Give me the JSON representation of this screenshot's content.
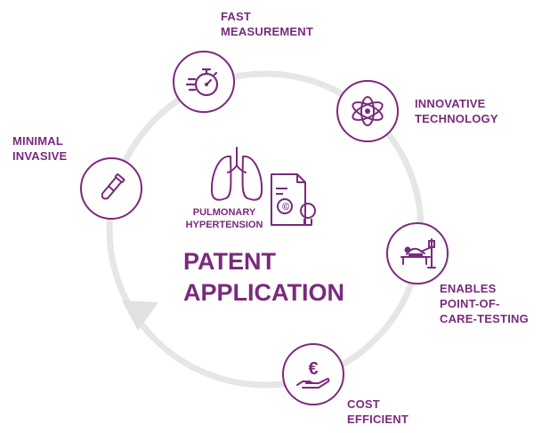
{
  "title": {
    "line1": "PATENT",
    "line2": "APPLICATION"
  },
  "subtitle": {
    "line1": "PULMONARY",
    "line2": "HYPERTENSION"
  },
  "features": {
    "fast": {
      "line1": "FAST",
      "line2": "MEASUREMENT",
      "icon": "stopwatch-icon"
    },
    "innovative": {
      "line1": "INNOVATIVE",
      "line2": "TECHNOLOGY",
      "icon": "atom-icon"
    },
    "poc": {
      "line1": "ENABLES",
      "line2": "POINT-OF-",
      "line3": "CARE-TESTING",
      "icon": "patient-bed-icon"
    },
    "cost": {
      "line1": "COST",
      "line2": "EFFICIENT",
      "icon": "euro-hand-icon"
    },
    "minimal": {
      "line1": "MINIMAL",
      "line2": "INVASIVE",
      "icon": "test-tube-icon"
    }
  },
  "colors": {
    "accent": "#7a2a7c",
    "cycle": "#e6e6e6"
  }
}
